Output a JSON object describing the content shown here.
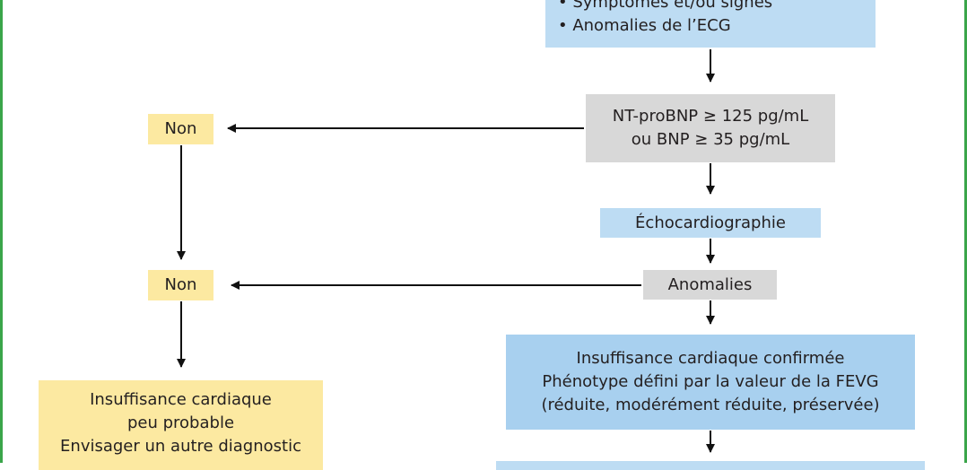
{
  "diagram": {
    "top_box": {
      "lines": [
        "• Symptômes et/ou signes",
        "• Anomalies de l’ECG"
      ]
    },
    "bnp_box": {
      "lines": [
        "NT-proBNP ≥ 125 pg/mL",
        "ou BNP ≥ 35 pg/mL"
      ]
    },
    "non_1": {
      "label": "Non"
    },
    "echo_box": {
      "label": "Échocardiographie"
    },
    "anomalies_box": {
      "label": "Anomalies"
    },
    "non_2": {
      "label": "Non"
    },
    "confirmed_box": {
      "lines": [
        "Insuffisance cardiaque confirmée",
        "Phénotype défini par la valeur de la FEVG",
        "(réduite, modérément réduite, préservée)"
      ]
    },
    "unlikely_box": {
      "lines": [
        "Insuffisance cardiaque",
        "peu probable",
        "Envisager un autre diagnostic"
      ]
    },
    "colors": {
      "frame": "#3aa54a",
      "light_blue": "#bddcf3",
      "blue": "#a8d0ef",
      "grey": "#d8d8d8",
      "yellow": "#fce9a1"
    }
  }
}
